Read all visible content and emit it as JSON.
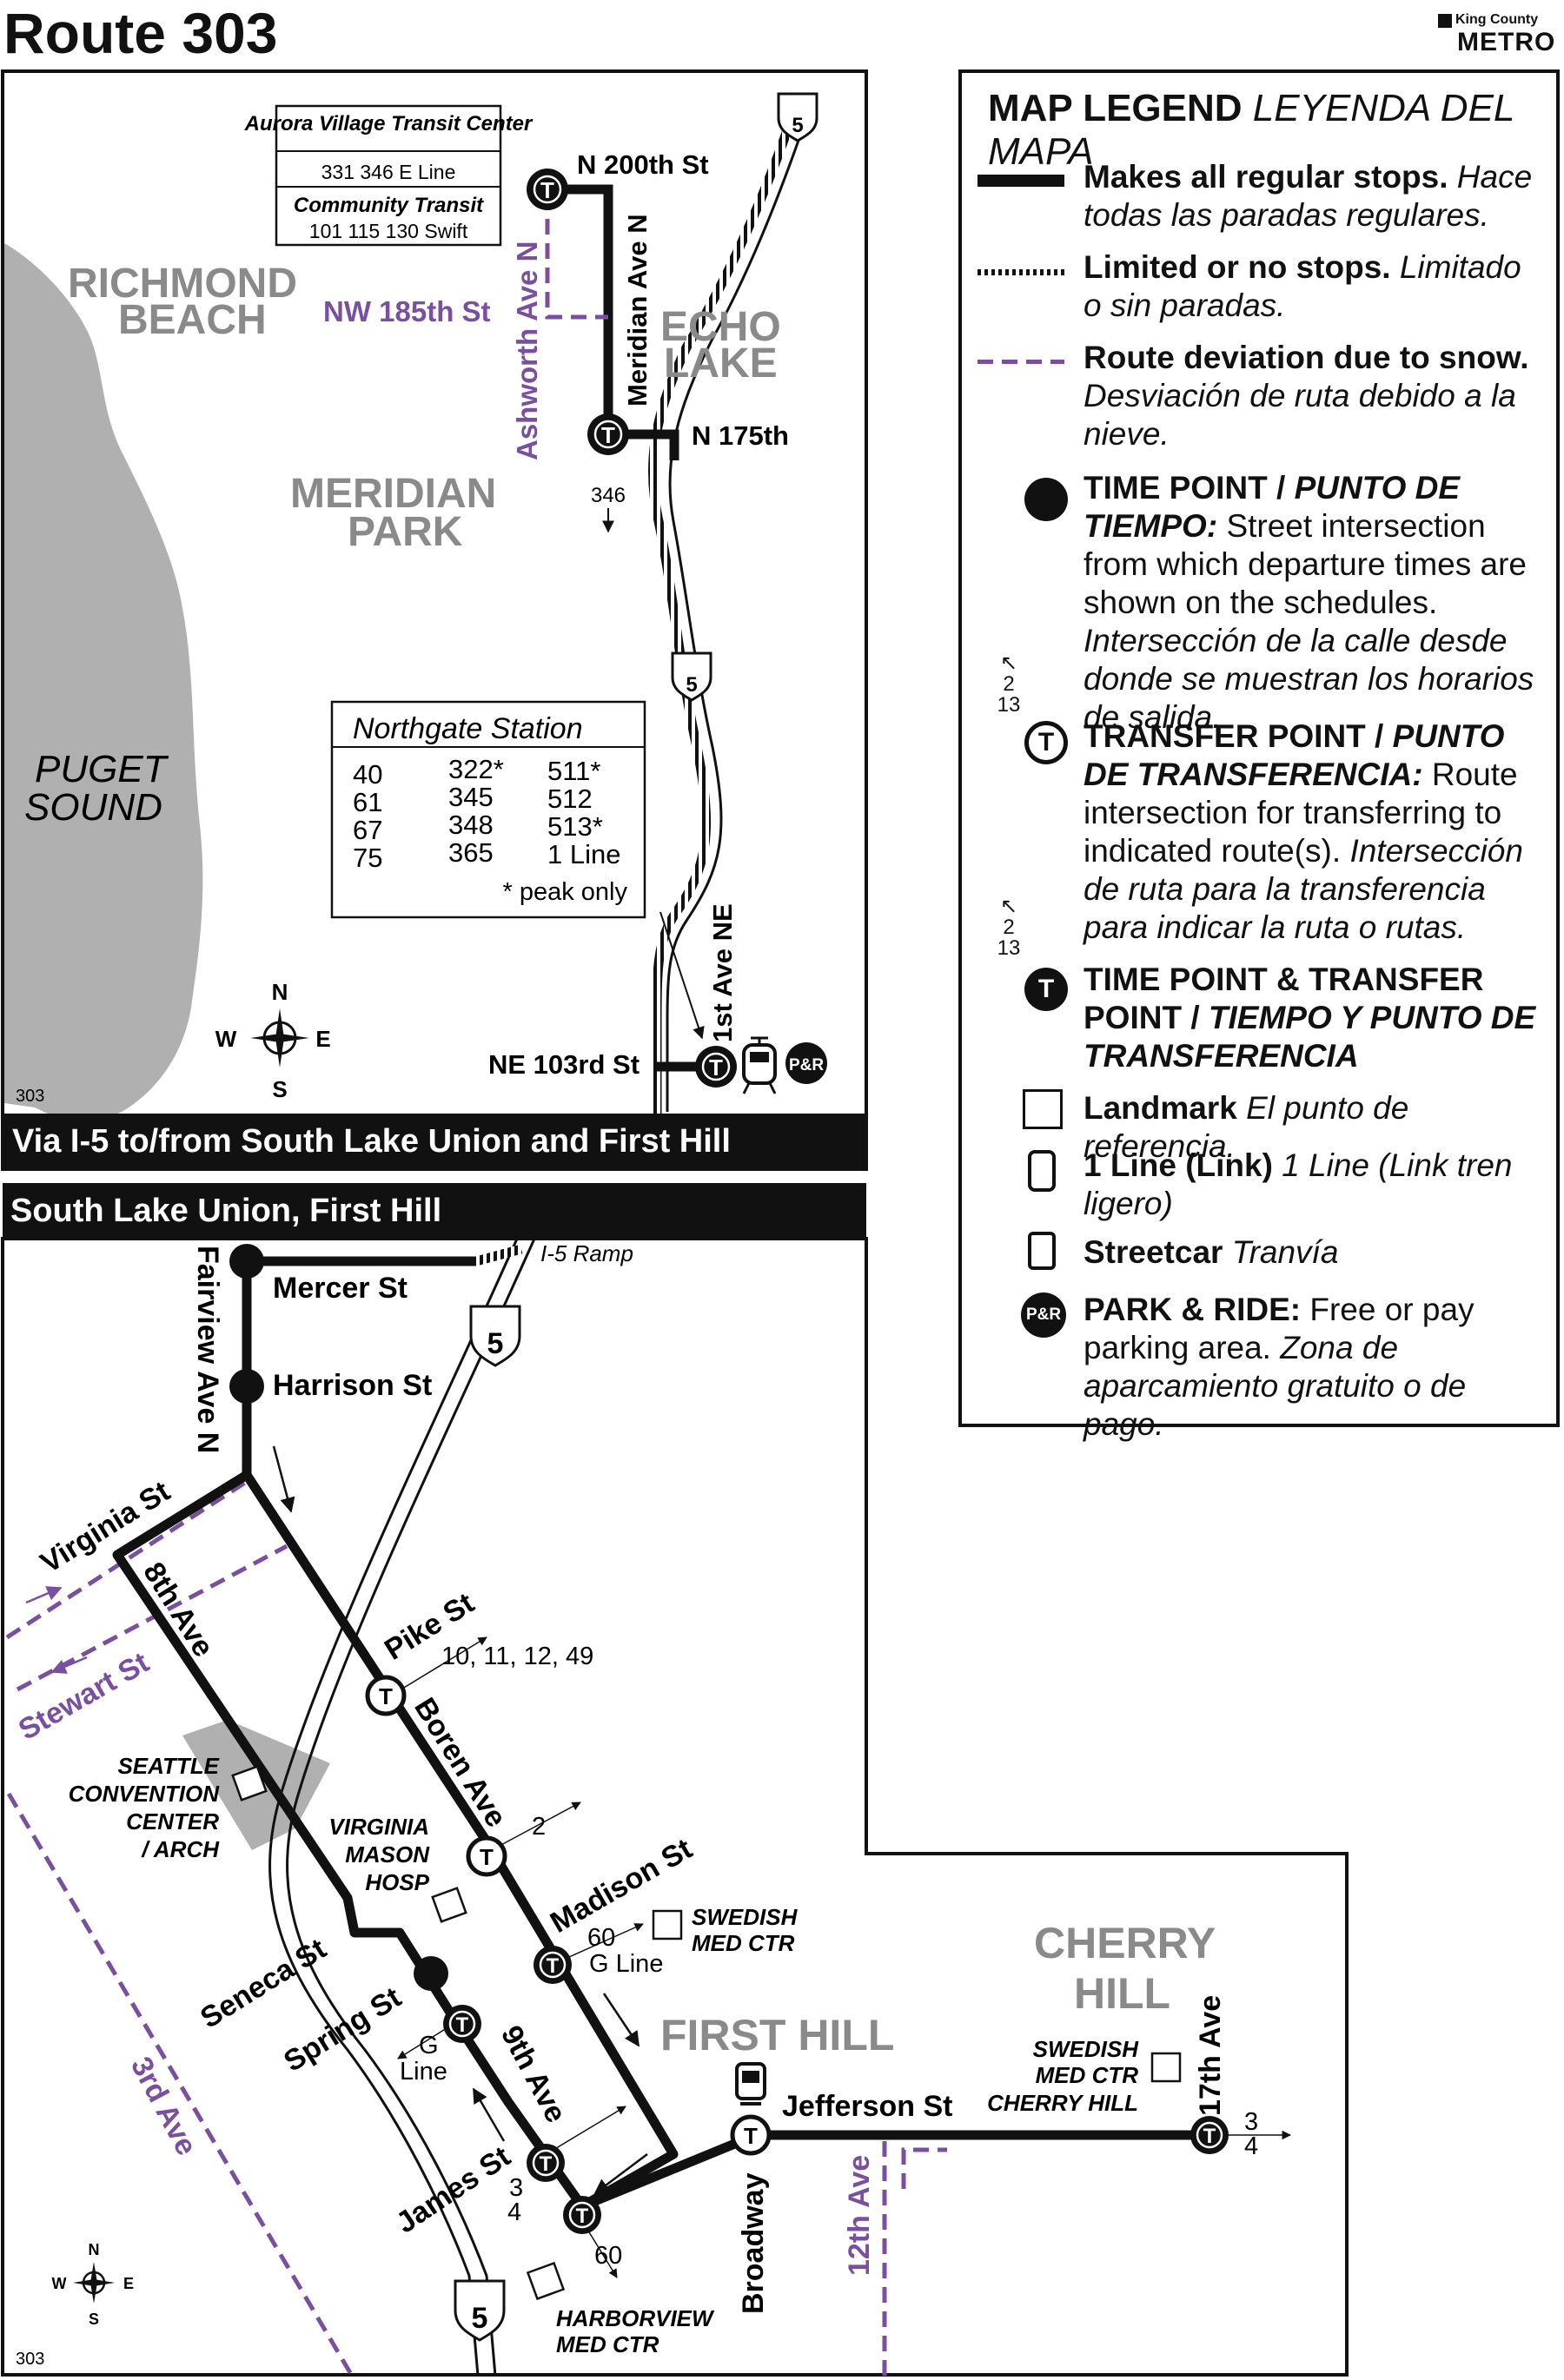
{
  "title": "Route 303",
  "logo": {
    "small": "King County",
    "big": "METRO"
  },
  "colors": {
    "route": "#111111",
    "deviation": "#7a4fa0",
    "water": "#b0b0b1",
    "gray_text": "#8a8a8a"
  },
  "north_map": {
    "aurora_box": {
      "title": "Aurora Village Transit Center",
      "row1": "331    346     E Line",
      "title2": "Community Transit",
      "row2": "101   115   130    Swift"
    },
    "northgate_box": {
      "title": "Northgate Station",
      "col1": [
        "40",
        "61",
        "67",
        "75"
      ],
      "col2": [
        "322*",
        "345",
        "348",
        "365"
      ],
      "col3": [
        "511*",
        "512",
        "513*",
        "1 Line"
      ],
      "note": "* peak only"
    },
    "places": {
      "richmond": "RICHMOND",
      "beach": "BEACH",
      "echo": "ECHO",
      "lake": "LAKE",
      "meridian": "MERIDIAN",
      "park": "PARK",
      "puget": "PUGET",
      "sound": "SOUND"
    },
    "streets": {
      "n200": "N 200th St",
      "nw185": "NW 185th St",
      "ashworth": "Ashworth Ave N",
      "meridian_ave": "Meridian Ave N",
      "n175": "N 175th",
      "ne103": "NE 103rd St",
      "first_ave_ne": "1st Ave NE"
    },
    "route_346": "346",
    "shield_a": "5",
    "shield_b": "5",
    "pr": "P&R",
    "map_id": "303",
    "compass": {
      "n": "N",
      "s": "S",
      "e": "E",
      "w": "W"
    },
    "banner": "Via I-5 to/from South Lake Union and First Hill"
  },
  "south_map": {
    "header": "South Lake Union, First Hill",
    "streets": {
      "mercer": "Mercer St",
      "harrison": "Harrison St",
      "fairview": "Fairview Ave N",
      "virginia": "Virginia St",
      "eighth": "8th Ave",
      "stewart": "Stewart St",
      "pike": "Pike St",
      "boren": "Boren Ave",
      "madison": "Madison St",
      "seneca": "Seneca St",
      "spring": "Spring St",
      "ninth": "9th Ave",
      "james": "James St",
      "third": "3rd Ave",
      "broadway": "Broadway",
      "jefferson": "Jefferson St",
      "twelfth": "12th Ave",
      "seventeenth": "17th Ave",
      "i5ramp": "I-5 Ramp"
    },
    "transfers": {
      "pike": "10, 11, 12, 49",
      "boren2": "2",
      "madison60": "60",
      "madisonG": "G Line",
      "springG": "G",
      "springLine": "Line",
      "james3": "3",
      "james4": "4",
      "harbor60": "60",
      "seventeen3": "3",
      "seventeen4": "4"
    },
    "landmarks": {
      "convention": [
        "SEATTLE",
        "CONVENTION",
        "CENTER",
        "/ ARCH"
      ],
      "vmason": [
        "VIRGINIA",
        "MASON",
        "HOSP"
      ],
      "swedish": [
        "SWEDISH",
        "MED CTR"
      ],
      "swedish_cherry": [
        "SWEDISH",
        "MED CTR",
        "CHERRY HILL"
      ],
      "harborview": [
        "HARBORVIEW",
        "MED CTR"
      ]
    },
    "neighborhoods": {
      "first_hill": "FIRST HILL",
      "cherry": "CHERRY",
      "hill": "HILL"
    },
    "shield_a": "5",
    "shield_b": "5",
    "map_id": "303",
    "compass": {
      "n": "N",
      "s": "S",
      "e": "E",
      "w": "W"
    }
  },
  "legend": {
    "title": "MAP LEGEND",
    "title_es": "LEYENDA DEL MAPA",
    "items": [
      {
        "bold": "Makes all regular stops.",
        "it": "Hace todas las paradas regulares."
      },
      {
        "bold": "Limited or no stops.",
        "it": "Limitado o sin paradas."
      },
      {
        "bold": "Route deviation due to snow.",
        "it": "Desviación de ruta debido a la nieve."
      },
      {
        "bold": "TIME POINT / ",
        "bi": "PUNTO DE TIEMPO:",
        "text": "Street intersection from which departure times are shown on the schedules.",
        "it": "Intersección de la calle desde donde se muestran los horarios de salida."
      },
      {
        "bold": "TRANSFER POINT / ",
        "bi": "PUNTO DE TRANSFERENCIA:",
        "text": "Route intersection for transferring to indicated route(s).",
        "it": "Intersección de ruta para la transferencia para indicar la ruta o rutas."
      },
      {
        "bold": "TIME POINT & TRANSFER POINT / ",
        "bi": "TIEMPO Y PUNTO DE TRANSFERENCIA"
      },
      {
        "bold": "Landmark",
        "it": "El punto de referencia."
      },
      {
        "bold": "1 Line (Link)",
        "it": "1 Line (Link tren ligero)"
      },
      {
        "bold": "Streetcar",
        "it": "Tranvía"
      },
      {
        "bold": "PARK & RIDE:",
        "text": "Free or pay parking area.",
        "it": "Zona de aparcamiento gratuito o de pago."
      }
    ],
    "sample_routes": {
      "a": "2",
      "b": "13"
    },
    "t": "T",
    "pr": "P&R"
  }
}
